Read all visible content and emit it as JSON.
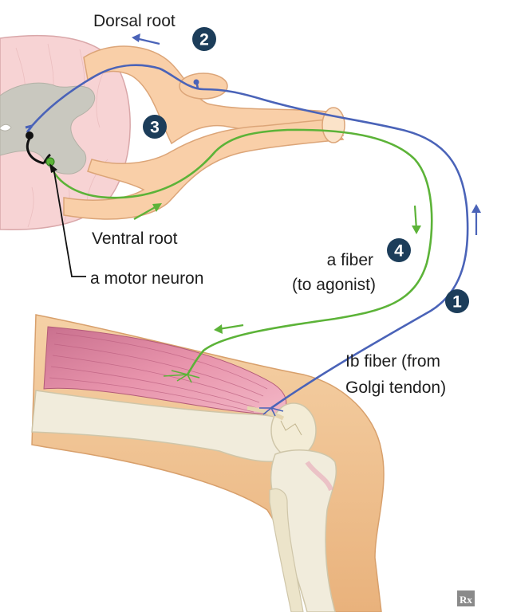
{
  "labels": {
    "dorsal_root": "Dorsal root",
    "ventral_root": "Ventral root",
    "motor_neuron": "a motor neuron",
    "a_fiber_line1": "a fiber",
    "a_fiber_line2": "(to agonist)",
    "ib_fiber_line1": "Ib fiber (from",
    "ib_fiber_line2": "Golgi tendon)"
  },
  "steps": [
    "1",
    "2",
    "3",
    "4"
  ],
  "logo": "Rx",
  "colors": {
    "ib_fiber": "#4a63b8",
    "a_fiber": "#5cb338",
    "step_badge": "#1c3d5a",
    "spinal_cord": "#f7d3d4",
    "gray_matter": "#c9c8bf",
    "nerve_root": "#f9cfa8",
    "skin": "#f3c796",
    "muscle": "#e796ae",
    "bone": "#f1ecdc"
  },
  "icons": {
    "flow_arrow": "arrow",
    "logo": "rx-icon"
  }
}
